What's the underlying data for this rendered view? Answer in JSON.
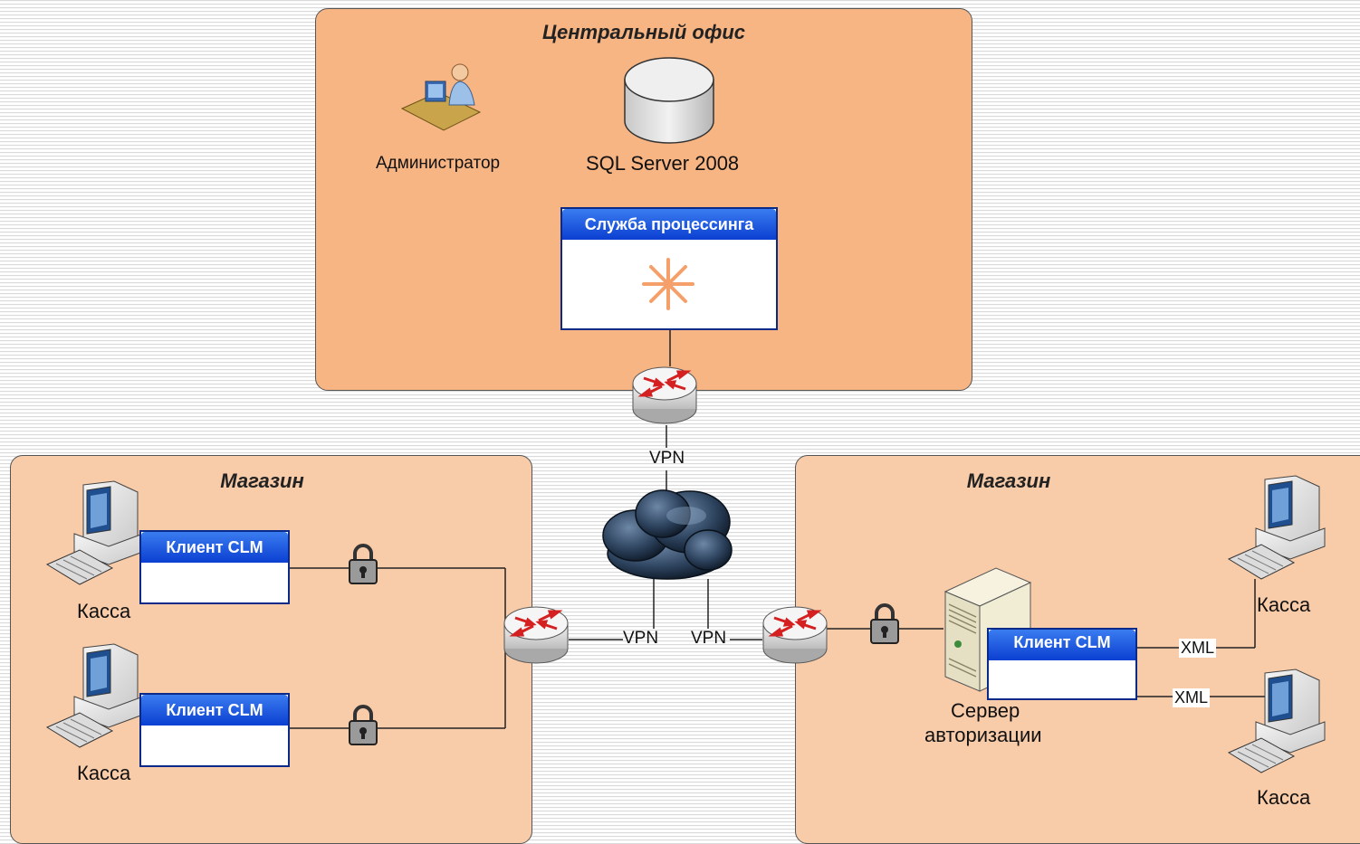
{
  "zones": {
    "central": "Центральный офис",
    "store_left": "Магазин",
    "store_right": "Магазин"
  },
  "central": {
    "admin_label": "Администратор",
    "db_label": "SQL Server 2008",
    "service_title": "Служба процессинга"
  },
  "links": {
    "vpn_top": "VPN",
    "vpn_left": "VPN",
    "vpn_right": "VPN",
    "xml_top": "XML",
    "xml_bottom": "XML"
  },
  "store_left": {
    "client_top": "Клиент CLM",
    "client_bottom": "Клиент CLM",
    "pos_top": "Касса",
    "pos_bottom": "Касса"
  },
  "store_right": {
    "server_client": "Клиент CLM",
    "server_label_line1": "Сервер",
    "server_label_line2": "авторизации",
    "pos_top": "Касса",
    "pos_bottom": "Касса"
  },
  "colors": {
    "central_zone": "#f7b584",
    "store_zone": "#f8cba9",
    "window_bar": "#0b3fd1",
    "arrows": "#d42020"
  }
}
